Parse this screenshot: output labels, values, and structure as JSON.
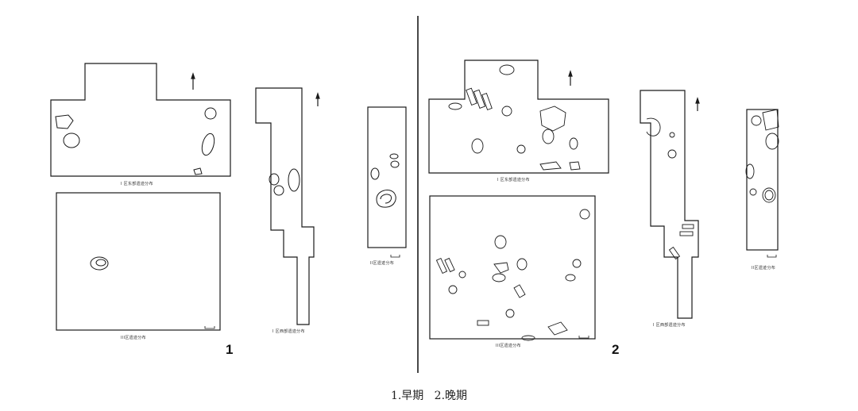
{
  "panels": [
    {
      "number": "1"
    },
    {
      "number": "2"
    }
  ],
  "caption": "1.早期   2.晚期",
  "sub_labels": {
    "early_a": "I 区东部遗迹分布",
    "early_b": "III区遗迹分布",
    "early_c": "I 区西部遗迹分布",
    "early_d": "II区遗迹分布",
    "late_a": "I 区东部遗迹分布",
    "late_b": "III区遗迹分布",
    "late_c": "I 区西部遗迹分布",
    "late_d": "II区遗迹分布"
  },
  "colors": {
    "line": "#1a1a1a",
    "background": "#ffffff"
  },
  "icons": [
    "north-arrow-icon",
    "scale-bar-icon"
  ]
}
